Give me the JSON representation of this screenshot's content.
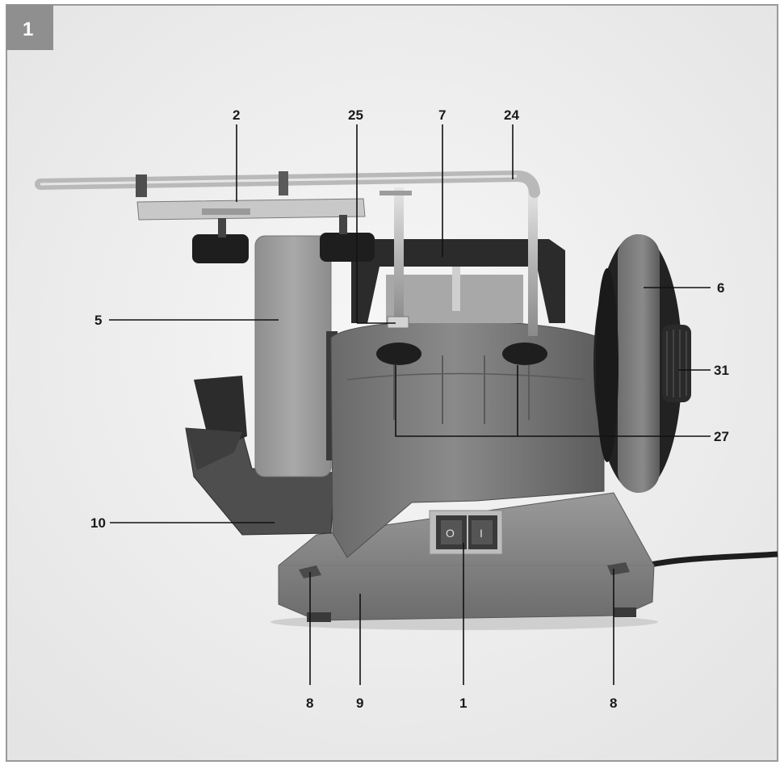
{
  "figure": {
    "number": "1",
    "callouts": {
      "c2": "2",
      "c25": "25",
      "c7": "7",
      "c24": "24",
      "c6": "6",
      "c5": "5",
      "c31": "31",
      "c27": "27",
      "c10": "10",
      "c8_left": "8",
      "c9": "9",
      "c1": "1",
      "c8_right": "8"
    },
    "switch": {
      "off_symbol": "O",
      "on_symbol": "I"
    }
  }
}
